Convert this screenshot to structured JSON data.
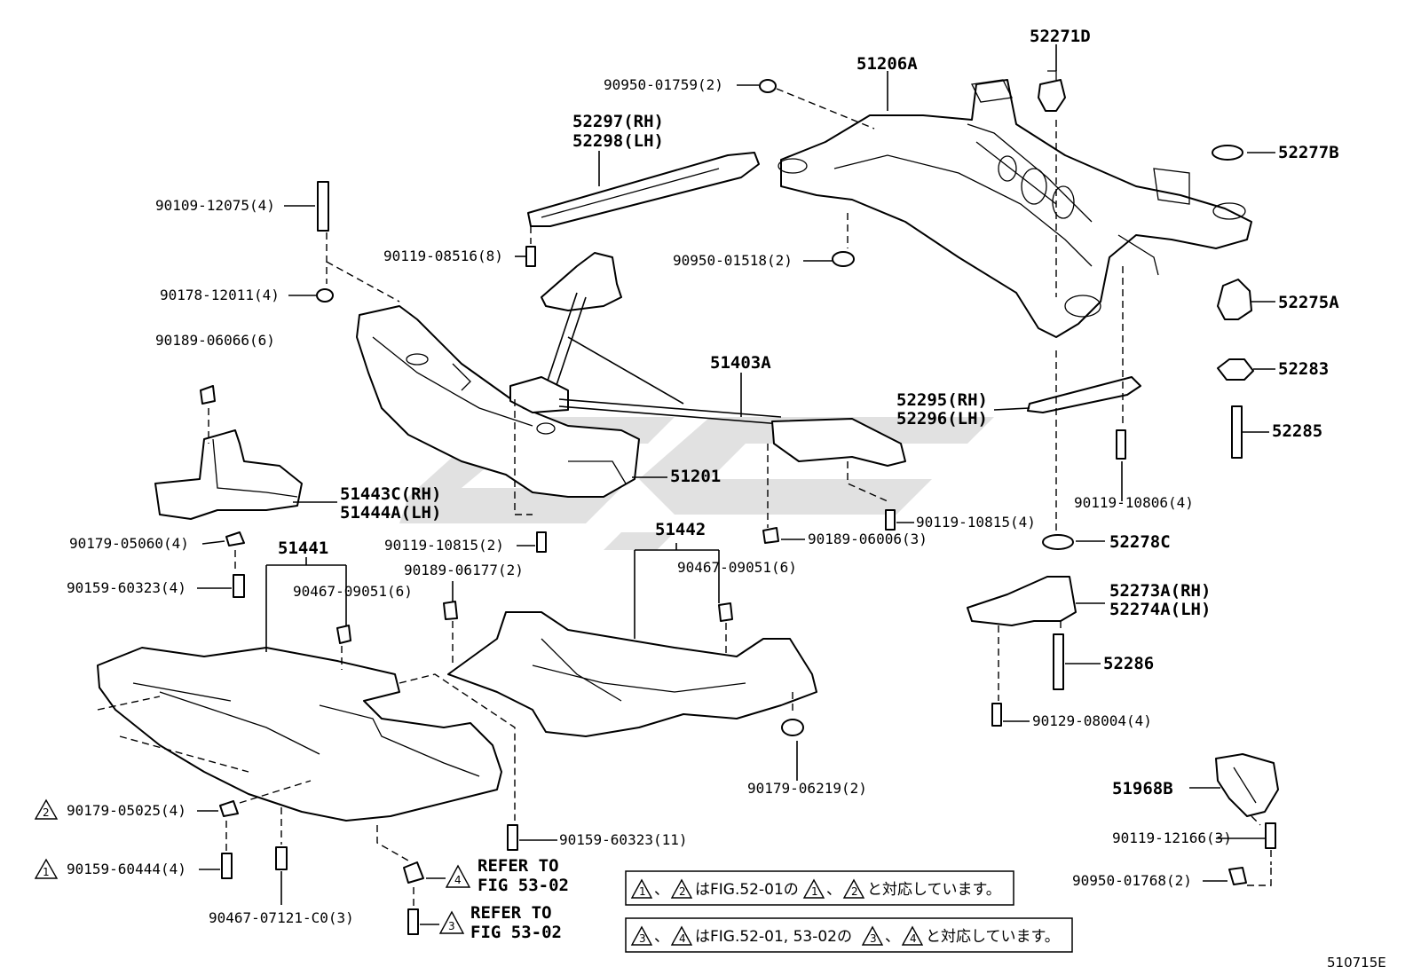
{
  "diagram_code": "510715E",
  "part_numbers": {
    "p52271D": "52271D",
    "p51206A": "51206A",
    "p90950_01759": "90950-01759(2)",
    "p52297": "52297(RH)",
    "p52298": "52298(LH)",
    "p52277B": "52277B",
    "p90109_12075": "90109-12075(4)",
    "p90119_08516": "90119-08516(8)",
    "p90950_01518": "90950-01518(2)",
    "p90178_12011": "90178-12011(4)",
    "p52275A": "52275A",
    "p90189_06066": "90189-06066(6)",
    "p51403A": "51403A",
    "p52283": "52283",
    "p52295": "52295(RH)",
    "p52296": "52296(LH)",
    "p52285": "52285",
    "p51201": "51201",
    "p51443C": "51443C(RH)",
    "p51444A": "51444A(LH)",
    "p90119_10815a": "90119-10815(4)",
    "p90119_10806": "90119-10806(4)",
    "p90189_06006": "90189-06006(3)",
    "p90179_05060": "90179-05060(4)",
    "p90119_10815b": "90119-10815(2)",
    "p51442": "51442",
    "p52278C": "52278C",
    "p51441": "51441",
    "p90189_06177": "90189-06177(2)",
    "p90467_09051a": "90467-09051(6)",
    "p90467_09051b": "90467-09051(6)",
    "p52273A": "52273A(RH)",
    "p52274A": "52274A(LH)",
    "p90159_60323a": "90159-60323(4)",
    "p52286": "52286",
    "p90129_08004": "90129-08004(4)",
    "p90179_06219": "90179-06219(2)",
    "p51968B": "51968B",
    "p90179_05025": "90179-05025(4)",
    "p90119_12166": "90119-12166(3)",
    "p90159_60323b": "90159-60323(11)",
    "p90159_60444": "90159-60444(4)",
    "p90950_01768": "90950-01768(2)",
    "p90467_07121": "90467-07121-C0(3)"
  },
  "refer": {
    "refer_to": "REFER TO",
    "fig": "FIG 53-02"
  },
  "markers": {
    "one": "1",
    "two": "2",
    "three": "3",
    "four": "4"
  },
  "notes": {
    "note1_sep": "、",
    "note1_mid": "はFIG.52-01の",
    "note1_end": "と対応しています。",
    "note2_sep": "、",
    "note2_mid": "はFIG.52-01, 53-02の",
    "note2_end": "と対応しています。"
  }
}
